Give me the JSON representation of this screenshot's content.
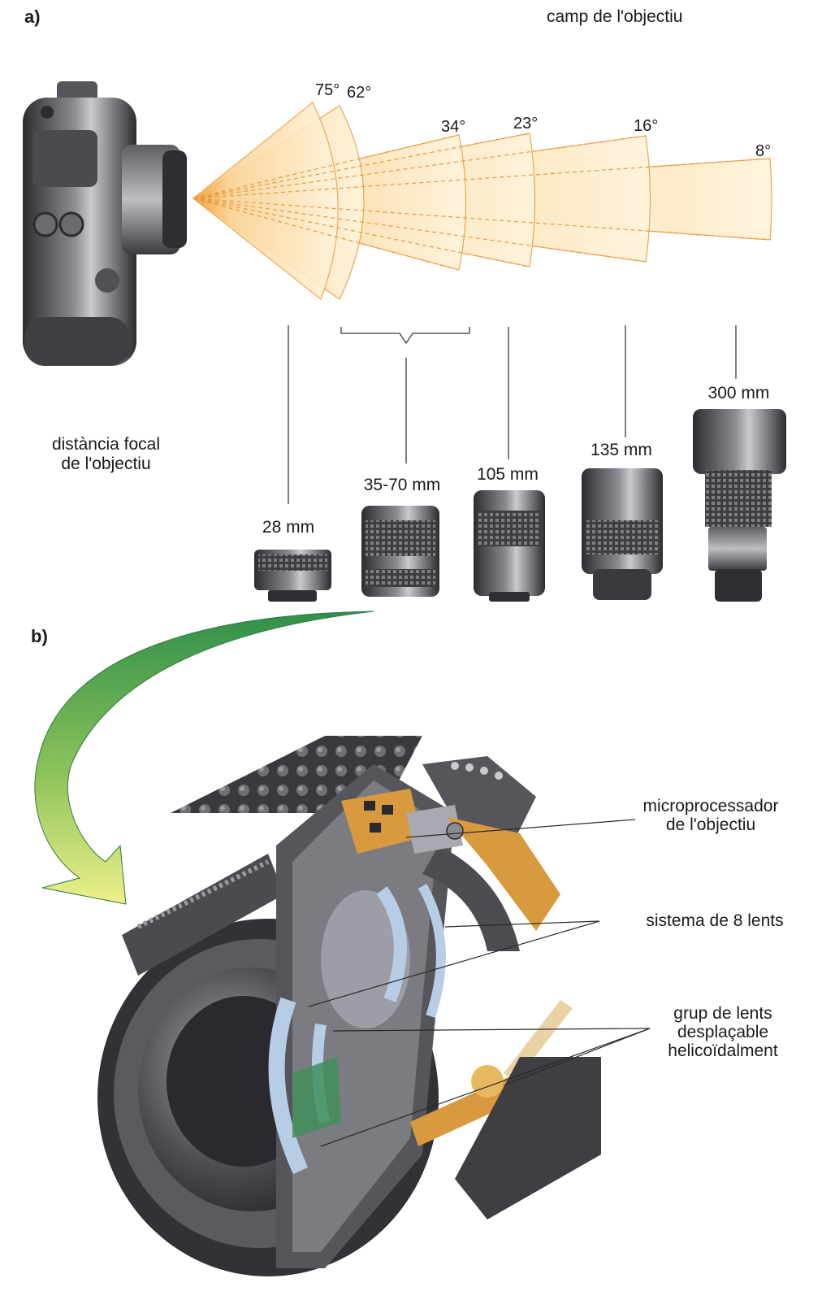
{
  "sections": {
    "a": "a)",
    "b": "b)"
  },
  "field_title": "camp de l'objectiu",
  "angles": [
    "75°",
    "62°",
    "34°",
    "23°",
    "16°",
    "8°"
  ],
  "focal_title": {
    "line1": "distància focal",
    "line2": "de l'objectiu"
  },
  "lenses": [
    "28 mm",
    "35-70 mm",
    "105 mm",
    "135 mm",
    "300 mm"
  ],
  "callouts": {
    "microprocessor": {
      "line1": "microprocessador",
      "line2": "de l'objectiu"
    },
    "lens_system": "sistema de 8 lents",
    "helical_group": {
      "line1": "grup de lents",
      "line2": "desplaçable",
      "line3": "helicoïdalment"
    }
  },
  "colors": {
    "cone_fill": "#fde7bd",
    "cone_stroke": "#e8a24a",
    "dashed": "#e39a44",
    "body_dark": "#3b3b3f",
    "body_mid": "#6c6c72",
    "arrow_green": "#2f8f4a",
    "arrow_yellow": "#e8ef7a",
    "lens_blue": "#b7cde6",
    "orange": "#d99a3f"
  }
}
